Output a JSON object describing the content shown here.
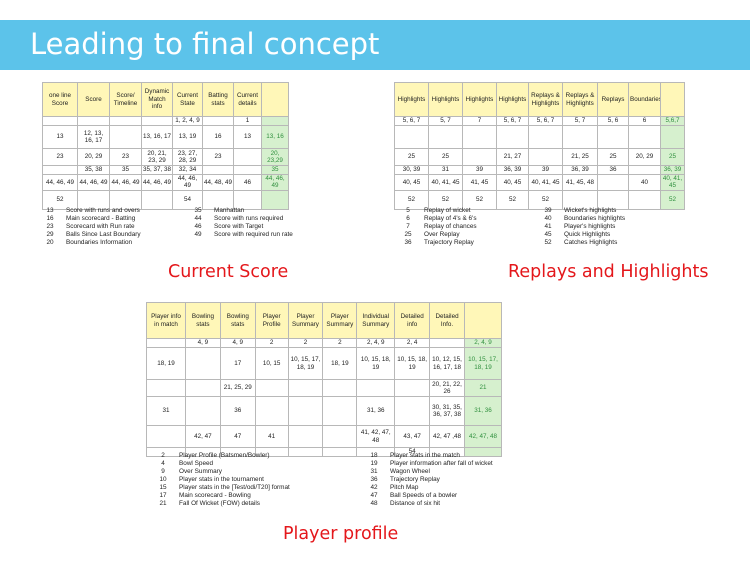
{
  "title": "Leading to final concept",
  "current_score": {
    "caption": "Current Score",
    "headers": [
      "one line Score",
      "Score",
      "Score/ Timeline",
      "Dynamic Match info",
      "Current State",
      "Batting stats",
      "Current details",
      ""
    ],
    "rows": [
      [
        "",
        "",
        "",
        "",
        "1, 2, 4, 9",
        "",
        "1",
        ""
      ],
      [
        "13",
        "12, 13, 16, 17",
        "",
        "13, 16, 17",
        "13, 19",
        "16",
        "13",
        "13, 16"
      ],
      [
        "23",
        "20, 29",
        "23",
        "20, 21, 23, 29",
        "23, 27, 28, 29",
        "23",
        "",
        "20, 23,29"
      ],
      [
        "",
        "35, 38",
        "35",
        "35, 37, 38",
        "32, 34",
        "",
        "",
        "35"
      ],
      [
        "44, 46, 49",
        "44, 46, 49",
        "44, 46, 49",
        "44, 46, 49",
        "44, 46, 49",
        "44, 48, 49",
        "46",
        "44, 46, 49"
      ],
      [
        "52",
        "",
        "",
        "",
        "54",
        "",
        "",
        ""
      ]
    ],
    "legend_left": [
      {
        "num": "13",
        "text": "Score with runs and overs"
      },
      {
        "num": "16",
        "text": "Main scorecard - Batting"
      },
      {
        "num": "23",
        "text": "Scorecard with Run rate"
      },
      {
        "num": "29",
        "text": "Balls Since Last Boundary"
      },
      {
        "num": "20",
        "text": "Boundaries Information"
      }
    ],
    "legend_right": [
      {
        "num": "35",
        "text": "Manhattan"
      },
      {
        "num": "44",
        "text": "Score with runs required"
      },
      {
        "num": "46",
        "text": "Score with Target"
      },
      {
        "num": "49",
        "text": "Score with required run rate"
      }
    ]
  },
  "replays": {
    "caption": "Replays and Highlights",
    "headers": [
      "Highlights",
      "Highlights",
      "Highlights",
      "Highlights",
      "Replays & Highlights",
      "Replays & Highlights",
      "Replays",
      "Boundaries",
      ""
    ],
    "rows": [
      [
        "5, 6, 7",
        "5, 7",
        "7",
        "5, 6, 7",
        "5, 6, 7",
        "5, 7",
        "5, 6",
        "6",
        "5,6,7"
      ],
      [
        "",
        "",
        "",
        "",
        "",
        "",
        "",
        "",
        ""
      ],
      [
        "25",
        "25",
        "",
        "21, 27",
        "",
        "21, 25",
        "25",
        "20, 29",
        "25"
      ],
      [
        "30, 39",
        "31",
        "39",
        "36, 39",
        "39",
        "36, 39",
        "36",
        "",
        "36, 39"
      ],
      [
        "40, 45",
        "40, 41, 45",
        "41, 45",
        "40, 45",
        "40, 41, 45",
        "41, 45, 48",
        "",
        "40",
        "40, 41, 45"
      ],
      [
        "52",
        "52",
        "52",
        "52",
        "52",
        "",
        "",
        "",
        "52"
      ]
    ],
    "legend_left": [
      {
        "num": "5",
        "text": "Replay of wicket"
      },
      {
        "num": "6",
        "text": "Replay of 4's & 6's"
      },
      {
        "num": "7",
        "text": "Replay of chances"
      },
      {
        "num": "25",
        "text": "Over Replay"
      },
      {
        "num": "36",
        "text": "Trajectory Replay"
      }
    ],
    "legend_right": [
      {
        "num": "39",
        "text": "Wicket's highlights"
      },
      {
        "num": "40",
        "text": "Boundaries highlights"
      },
      {
        "num": "41",
        "text": "Player's highlights"
      },
      {
        "num": "45",
        "text": "Quick Highlights"
      },
      {
        "num": "52",
        "text": "Catches Highlights"
      }
    ]
  },
  "player_profile": {
    "caption": "Player profile",
    "headers": [
      "Player info in match",
      "Bowling stats",
      "Bowling stats",
      "Player Profile",
      "Player Summary",
      "Player Summary",
      "Individual Summary",
      "Detailed info",
      "Detailed Info.",
      ""
    ],
    "rows": [
      [
        "",
        "4, 9",
        "4, 9",
        "2",
        "2",
        "2",
        "2, 4, 9",
        "2, 4",
        "",
        "2, 4, 9"
      ],
      [
        "18, 19",
        "",
        "17",
        "10, 15",
        "10, 15, 17, 18, 19",
        "18, 19",
        "10, 15, 18, 19",
        "10, 15, 18, 19",
        "10, 12, 15, 16, 17, 18",
        "10, 15, 17, 18, 19"
      ],
      [
        "",
        "",
        "21, 25, 29",
        "",
        "",
        "",
        "",
        "",
        "20, 21, 22, 26",
        "21"
      ],
      [
        "31",
        "",
        "36",
        "",
        "",
        "",
        "31, 36",
        "",
        "30, 31, 35, 36, 37, 38",
        "31, 36"
      ],
      [
        "",
        "42, 47",
        "47",
        "41",
        "",
        "",
        "41, 42, 47, 48",
        "43, 47",
        "42, 47 ,48",
        "42, 47, 48"
      ],
      [
        "",
        "",
        "",
        "",
        "",
        "",
        "",
        "54",
        "",
        ""
      ]
    ],
    "legend_left": [
      {
        "num": "2",
        "text": "Player Profile (Batsmen/Bowler)"
      },
      {
        "num": "4",
        "text": "Bowl Speed"
      },
      {
        "num": "9",
        "text": "Over Summary"
      },
      {
        "num": "10",
        "text": "Player stats in the tournament"
      },
      {
        "num": "15",
        "text": "Player stats in the [Test/odi/T20] format"
      },
      {
        "num": "17",
        "text": "Main scorecard - Bowling"
      },
      {
        "num": "21",
        "text": "Fall Of Wicket (FOW) details"
      }
    ],
    "legend_right": [
      {
        "num": "18",
        "text": "Player stats in the match"
      },
      {
        "num": "19",
        "text": "Player information after fall of wicket"
      },
      {
        "num": "31",
        "text": "Wagon Wheel"
      },
      {
        "num": "36",
        "text": "Trajectory Replay"
      },
      {
        "num": "42",
        "text": "Pitch Map"
      },
      {
        "num": "47",
        "text": "Ball Speeds of a bowler"
      },
      {
        "num": "48",
        "text": "Distance of six hit"
      }
    ]
  },
  "colors": {
    "banner": "#5cc3ea",
    "header_fill": "#fff7b8",
    "summary_fill": "#d6f0ce",
    "summary_text": "#2f8f3d",
    "caption": "#e4171b"
  }
}
